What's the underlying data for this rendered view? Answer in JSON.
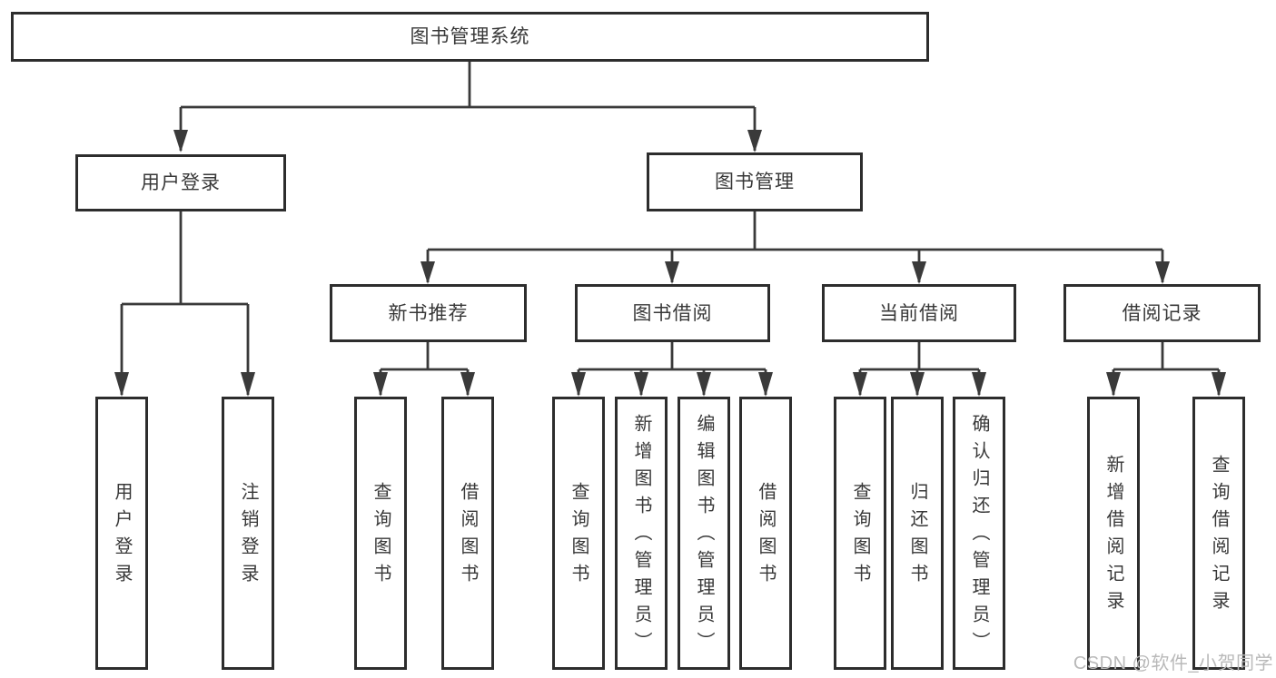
{
  "diagram_title": "图书管理系统",
  "nodes": {
    "root": {
      "label": "图书管理系统"
    },
    "level2": [
      {
        "label": "用户登录"
      },
      {
        "label": "图书管理"
      }
    ],
    "level3": [
      {
        "label": "新书推荐",
        "parent": "图书管理"
      },
      {
        "label": "图书借阅",
        "parent": "图书管理"
      },
      {
        "label": "当前借阅",
        "parent": "图书管理"
      },
      {
        "label": "借阅记录",
        "parent": "图书管理"
      }
    ],
    "leaves": [
      {
        "label": "用户登录",
        "parent": "用户登录"
      },
      {
        "label": "注销登录",
        "parent": "用户登录"
      },
      {
        "label": "查询图书",
        "parent": "新书推荐"
      },
      {
        "label": "借阅图书",
        "parent": "新书推荐"
      },
      {
        "label": "查询图书",
        "parent": "图书借阅"
      },
      {
        "label": "新增图书（管理员）",
        "parent": "图书借阅"
      },
      {
        "label": "编辑图书（管理员）",
        "parent": "图书借阅"
      },
      {
        "label": "借阅图书",
        "parent": "图书借阅"
      },
      {
        "label": "查询图书",
        "parent": "当前借阅"
      },
      {
        "label": "归还图书",
        "parent": "当前借阅"
      },
      {
        "label": "确认归还（管理员）",
        "parent": "当前借阅"
      },
      {
        "label": "新增借阅记录",
        "parent": "借阅记录"
      },
      {
        "label": "查询借阅记录",
        "parent": "借阅记录"
      }
    ]
  },
  "watermark": {
    "text": "CSDN @软件_小贺同学",
    "color": "#b9b9b9"
  },
  "colors": {
    "background": "#ffffff",
    "box_fill": "#ffffff",
    "box_border": "#2d2d2d",
    "connector_line": "#3a3a3a",
    "text": "#383838"
  }
}
